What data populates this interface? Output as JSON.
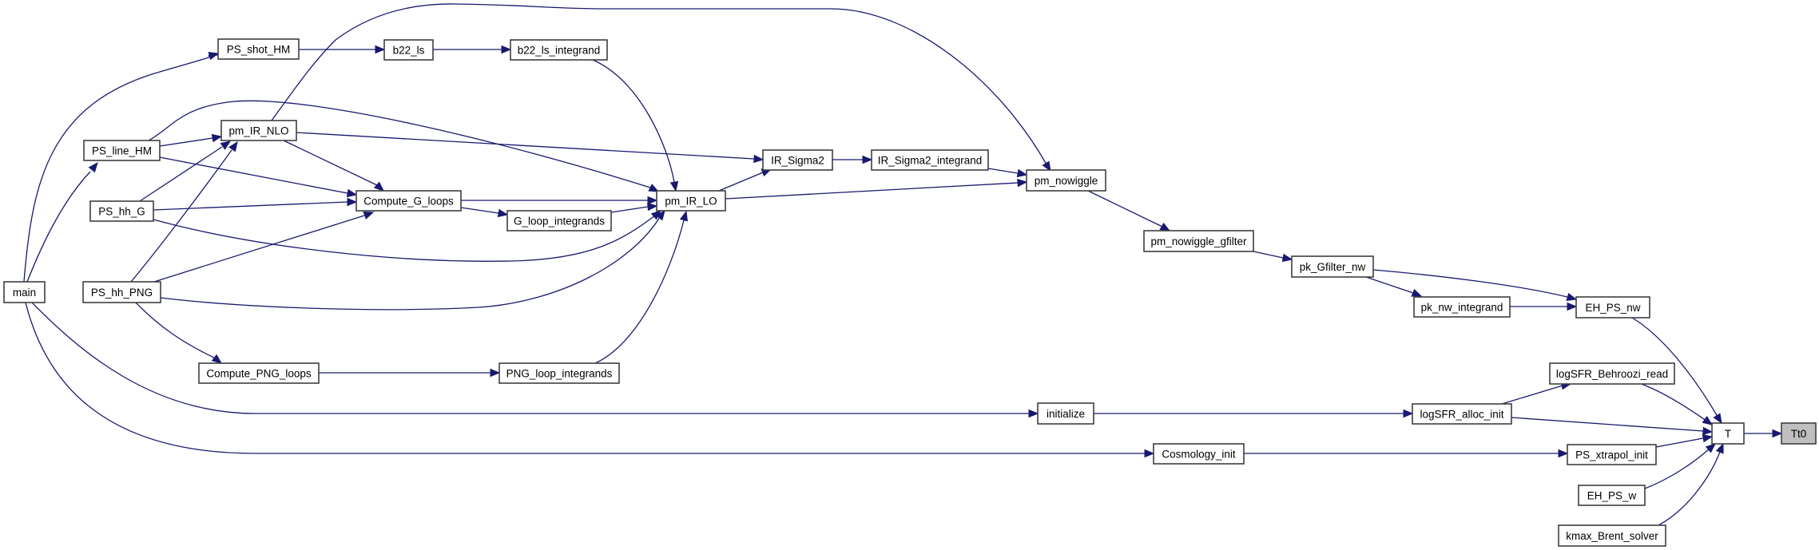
{
  "diagram": {
    "type": "caller-graph",
    "target_node": "Tt0",
    "colors": {
      "edge": "#191970",
      "node_border": "#3f3f3f",
      "node_fill": "#ffffff",
      "target_fill": "#bfbfbf"
    },
    "nodes": [
      {
        "id": "main",
        "label": "main"
      },
      {
        "id": "PS_shot_HM",
        "label": "PS_shot_HM"
      },
      {
        "id": "PS_line_HM",
        "label": "PS_line_HM"
      },
      {
        "id": "pm_IR_NLO",
        "label": "pm_IR_NLO"
      },
      {
        "id": "PS_hh_G",
        "label": "PS_hh_G"
      },
      {
        "id": "PS_hh_PNG",
        "label": "PS_hh_PNG"
      },
      {
        "id": "Compute_PNG_loops",
        "label": "Compute_PNG_loops"
      },
      {
        "id": "b22_ls",
        "label": "b22_ls"
      },
      {
        "id": "b22_ls_integrand",
        "label": "b22_ls_integrand"
      },
      {
        "id": "Compute_G_loops",
        "label": "Compute_G_loops"
      },
      {
        "id": "G_loop_integrands",
        "label": "G_loop_integrands"
      },
      {
        "id": "PNG_loop_integrands",
        "label": "PNG_loop_integrands"
      },
      {
        "id": "pm_IR_LO",
        "label": "pm_IR_LO"
      },
      {
        "id": "IR_Sigma2",
        "label": "IR_Sigma2"
      },
      {
        "id": "IR_Sigma2_integrand",
        "label": "IR_Sigma2_integrand"
      },
      {
        "id": "pm_nowiggle",
        "label": "pm_nowiggle"
      },
      {
        "id": "pm_nowiggle_gfilter",
        "label": "pm_nowiggle_gfilter"
      },
      {
        "id": "pk_Gfilter_nw",
        "label": "pk_Gfilter_nw"
      },
      {
        "id": "pk_nw_integrand",
        "label": "pk_nw_integrand"
      },
      {
        "id": "EH_PS_nw",
        "label": "EH_PS_nw"
      },
      {
        "id": "initialize",
        "label": "initialize"
      },
      {
        "id": "logSFR_alloc_init",
        "label": "logSFR_alloc_init"
      },
      {
        "id": "logSFR_Behroozi_read",
        "label": "logSFR_Behroozi_read"
      },
      {
        "id": "Cosmology_init",
        "label": "Cosmology_init"
      },
      {
        "id": "PS_xtrapol_init",
        "label": "PS_xtrapol_init"
      },
      {
        "id": "EH_PS_w",
        "label": "EH_PS_w"
      },
      {
        "id": "kmax_Brent_solver",
        "label": "kmax_Brent_solver"
      },
      {
        "id": "T",
        "label": "T"
      },
      {
        "id": "Tt0",
        "label": "Tt0"
      }
    ],
    "edges": [
      {
        "from": "main",
        "to": "PS_shot_HM"
      },
      {
        "from": "main",
        "to": "PS_line_HM"
      },
      {
        "from": "main",
        "to": "initialize"
      },
      {
        "from": "main",
        "to": "Cosmology_init"
      },
      {
        "from": "PS_shot_HM",
        "to": "b22_ls"
      },
      {
        "from": "b22_ls",
        "to": "b22_ls_integrand"
      },
      {
        "from": "b22_ls_integrand",
        "to": "pm_IR_LO"
      },
      {
        "from": "PS_line_HM",
        "to": "pm_IR_NLO"
      },
      {
        "from": "PS_line_HM",
        "to": "Compute_G_loops"
      },
      {
        "from": "PS_line_HM",
        "to": "pm_IR_LO"
      },
      {
        "from": "pm_IR_NLO",
        "to": "pm_nowiggle"
      },
      {
        "from": "pm_IR_NLO",
        "to": "IR_Sigma2"
      },
      {
        "from": "pm_IR_NLO",
        "to": "Compute_G_loops"
      },
      {
        "from": "PS_hh_G",
        "to": "pm_IR_NLO"
      },
      {
        "from": "PS_hh_G",
        "to": "Compute_G_loops"
      },
      {
        "from": "PS_hh_G",
        "to": "pm_IR_LO"
      },
      {
        "from": "PS_hh_PNG",
        "to": "pm_IR_NLO"
      },
      {
        "from": "PS_hh_PNG",
        "to": "Compute_G_loops"
      },
      {
        "from": "PS_hh_PNG",
        "to": "pm_IR_LO"
      },
      {
        "from": "PS_hh_PNG",
        "to": "Compute_PNG_loops"
      },
      {
        "from": "Compute_G_loops",
        "to": "pm_IR_LO"
      },
      {
        "from": "Compute_G_loops",
        "to": "G_loop_integrands"
      },
      {
        "from": "G_loop_integrands",
        "to": "pm_IR_LO"
      },
      {
        "from": "Compute_PNG_loops",
        "to": "PNG_loop_integrands"
      },
      {
        "from": "PNG_loop_integrands",
        "to": "pm_IR_LO"
      },
      {
        "from": "pm_IR_LO",
        "to": "IR_Sigma2"
      },
      {
        "from": "pm_IR_LO",
        "to": "pm_nowiggle"
      },
      {
        "from": "IR_Sigma2",
        "to": "IR_Sigma2_integrand"
      },
      {
        "from": "IR_Sigma2_integrand",
        "to": "pm_nowiggle"
      },
      {
        "from": "pm_nowiggle",
        "to": "pm_nowiggle_gfilter"
      },
      {
        "from": "pm_nowiggle_gfilter",
        "to": "pk_Gfilter_nw"
      },
      {
        "from": "pk_Gfilter_nw",
        "to": "EH_PS_nw"
      },
      {
        "from": "pk_Gfilter_nw",
        "to": "pk_nw_integrand"
      },
      {
        "from": "pk_nw_integrand",
        "to": "EH_PS_nw"
      },
      {
        "from": "EH_PS_nw",
        "to": "T"
      },
      {
        "from": "initialize",
        "to": "logSFR_alloc_init"
      },
      {
        "from": "logSFR_alloc_init",
        "to": "logSFR_Behroozi_read"
      },
      {
        "from": "logSFR_alloc_init",
        "to": "T"
      },
      {
        "from": "logSFR_Behroozi_read",
        "to": "T"
      },
      {
        "from": "Cosmology_init",
        "to": "PS_xtrapol_init"
      },
      {
        "from": "PS_xtrapol_init",
        "to": "T"
      },
      {
        "from": "EH_PS_w",
        "to": "T"
      },
      {
        "from": "kmax_Brent_solver",
        "to": "T"
      },
      {
        "from": "T",
        "to": "Tt0"
      }
    ]
  }
}
